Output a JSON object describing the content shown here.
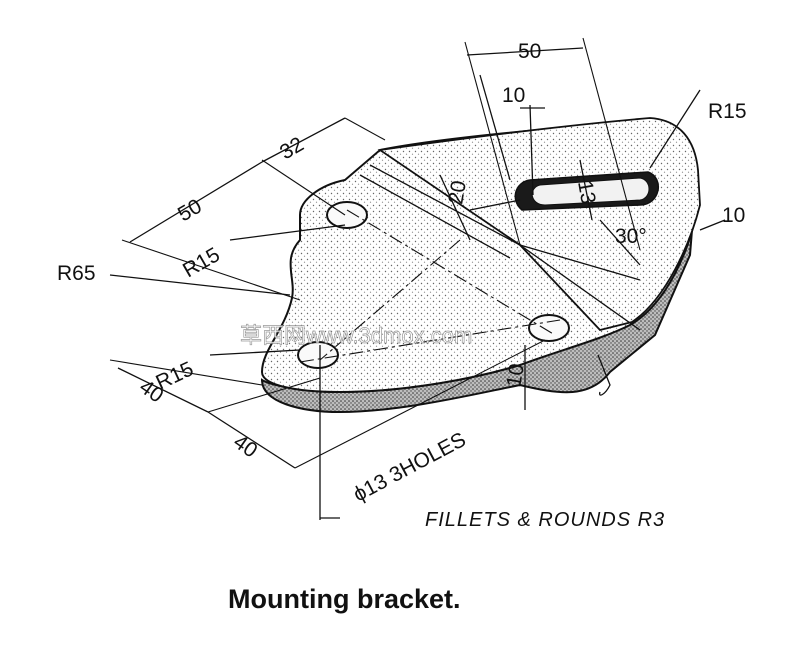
{
  "dims": {
    "d50_top": "50",
    "d10_top": "10",
    "r15_top": "R15",
    "d32": "32",
    "d50_left": "50",
    "r15_left": "R15",
    "d20": "20",
    "d13": "13",
    "d30deg": "30°",
    "d10_right": "10",
    "r65": "R65",
    "r15_bottom": "R15",
    "d40_a": "40",
    "d40_b": "40",
    "d10_bottom": "10",
    "holes": "ϕ13 3HOLES"
  },
  "note": "FILLETS & ROUNDS R3",
  "watermark": "草西网www.3dmox.com",
  "caption": "Mounting bracket."
}
